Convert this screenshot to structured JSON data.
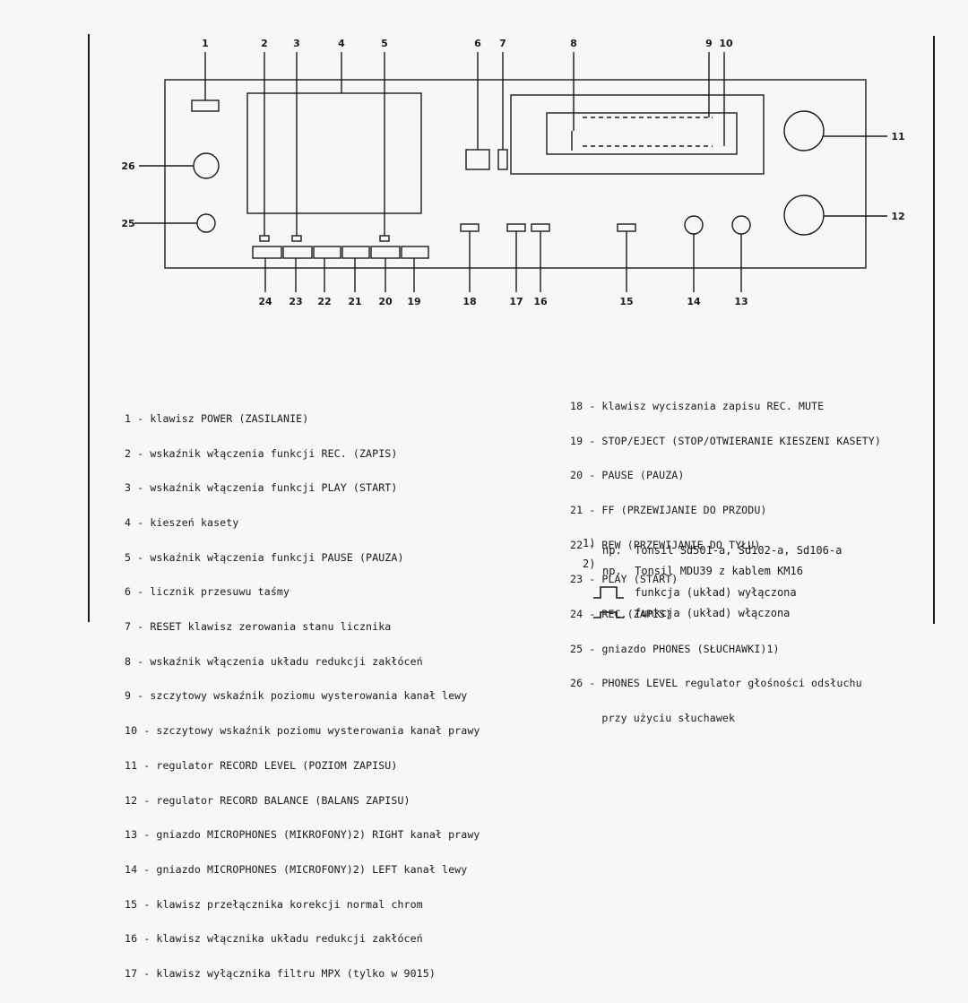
{
  "callouts": [
    "1",
    "2",
    "3",
    "4",
    "5",
    "6",
    "7",
    "8",
    "9",
    "10",
    "11",
    "12",
    "13",
    "14",
    "15",
    "16",
    "17",
    "18",
    "19",
    "20",
    "21",
    "22",
    "23",
    "24",
    "25",
    "26"
  ],
  "legend_left": [
    "1 - klawisz POWER (ZASILANIE)",
    "2 - wskaźnik włączenia funkcji REC. (ZAPIS)",
    "3 - wskaźnik włączenia funkcji PLAY (START)",
    "4 - kieszeń kasety",
    "5 - wskaźnik włączenia funkcji PAUSE (PAUZA)",
    "6 - licznik przesuwu taśmy",
    "7 - RESET klawisz zerowania stanu licznika",
    "8 - wskaźnik włączenia układu redukcji zakłóceń",
    "9 - szczytowy wskaźnik poziomu wysterowania kanał lewy",
    "10 - szczytowy wskaźnik poziomu wysterowania kanał prawy",
    "11 - regulator RECORD LEVEL (POZIOM ZAPISU)",
    "12 - regulator RECORD BALANCE (BALANS ZAPISU)",
    "13 - gniazdo MICROPHONES (MIKROFONY)2) RIGHT kanał prawy",
    "14 - gniazdo MICROPHONES (MICROFONY)2) LEFT kanał lewy",
    "15 - klawisz przełącznika korekcji normal chrom",
    "16 - klawisz włącznika układu redukcji zakłóceń",
    "17 - klawisz wyłącznika filtru MPX (tylko w 9015)"
  ],
  "legend_right": [
    "18 - klawisz wyciszania zapisu REC. MUTE",
    "19 - STOP/EJECT (STOP/OTWIERANIE KIESZENI KASETY)",
    "20 - PAUSE (PAUZA)",
    "21 - FF (PRZEWIJANIE DO PRZODU)",
    "22 - REW (PRZEWIJANIE DO TYŁU)",
    "23 - PLAY (START)",
    "24 - REC.(ZAPIS)",
    "25 - gniazdo PHONES (SŁUCHAWKI)1)",
    "26 - PHONES LEVEL regulator głośności odsłuchu",
    "     przy użyciu słuchawek"
  ],
  "footnotes": {
    "f1_mark": "1)",
    "f1_text": "np.  Tonsil Sd501-a, Sd102-a, Sd106-a",
    "f2_mark": "2)",
    "f2_text": "np.  Tonsil MDU39 z kablem KM16",
    "off_text": "funkcja (układ) wyłączona",
    "on_text": "funkcja (układ) włączona"
  }
}
